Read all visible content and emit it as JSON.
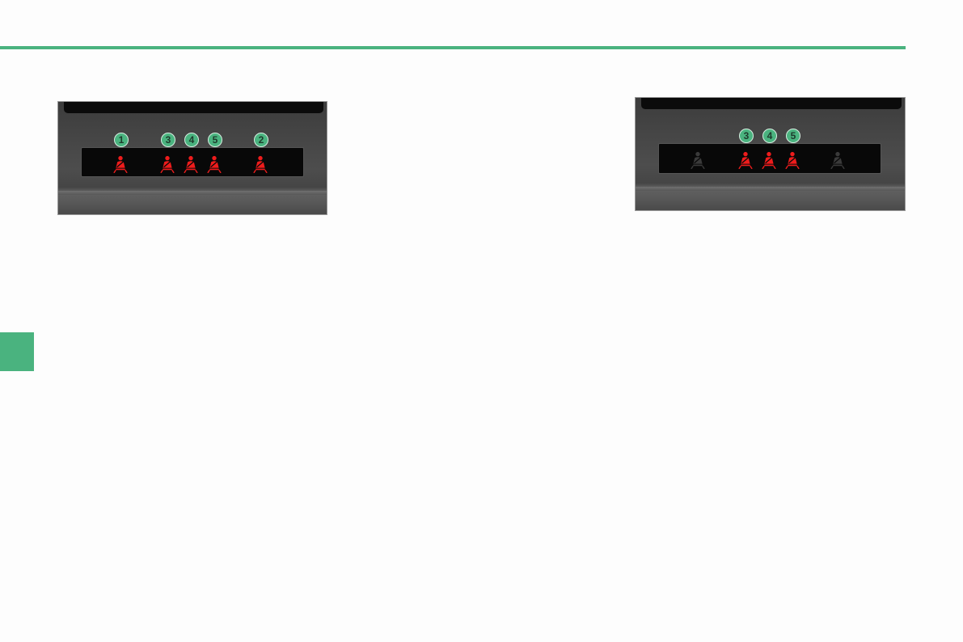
{
  "left_panel": {
    "badges": [
      "1",
      "3",
      "4",
      "5",
      "2"
    ],
    "indicators": [
      {
        "seat": "1",
        "state": "unfastened",
        "color": "#ee1c1c"
      },
      {
        "seat": "3",
        "state": "unfastened",
        "color": "#ee1c1c"
      },
      {
        "seat": "4",
        "state": "unfastened",
        "color": "#ee1c1c"
      },
      {
        "seat": "5",
        "state": "unfastened",
        "color": "#ee1c1c"
      },
      {
        "seat": "2",
        "state": "unfastened",
        "color": "#ee1c1c"
      }
    ]
  },
  "right_panel": {
    "badges": [
      "3",
      "4",
      "5"
    ],
    "indicators": [
      {
        "seat": "1",
        "state": "off",
        "color": "#3a3a3a"
      },
      {
        "seat": "3",
        "state": "unfastened",
        "color": "#ee1c1c"
      },
      {
        "seat": "4",
        "state": "unfastened",
        "color": "#ee1c1c"
      },
      {
        "seat": "5",
        "state": "unfastened",
        "color": "#ee1c1c"
      },
      {
        "seat": "2",
        "state": "off",
        "color": "#3a3a3a"
      }
    ]
  },
  "colors": {
    "accent": "#4ab37f",
    "warning_red": "#ee1c1c",
    "unlit": "#3a3a3a"
  },
  "icons": {
    "indicator": "seatbelt-warning-icon"
  }
}
